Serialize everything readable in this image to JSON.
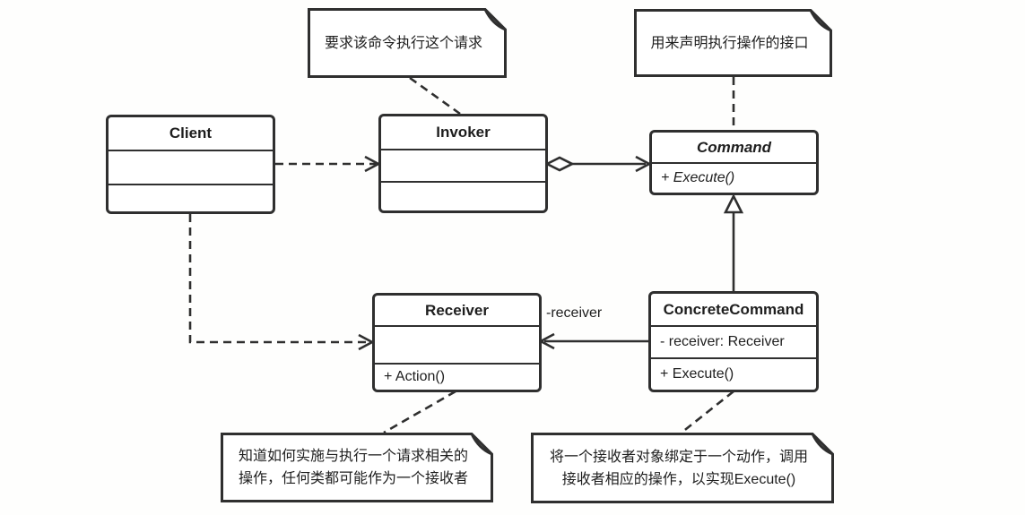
{
  "diagram": {
    "title": "Command pattern UML class diagram",
    "colors": {
      "stroke": "#2f2f2f",
      "fill": "#ffffff",
      "background": "#fefefd",
      "text": "#1e1e1e"
    }
  },
  "classes": [
    {
      "id": "client",
      "name": "Client",
      "attributes": [],
      "methods": []
    },
    {
      "id": "invoker",
      "name": "Invoker",
      "attributes": [],
      "methods": []
    },
    {
      "id": "command",
      "name": "Command",
      "abstract": true,
      "attributes": [],
      "methods": [
        "+ Execute()"
      ]
    },
    {
      "id": "receiver",
      "name": "Receiver",
      "attributes": [],
      "methods": [
        "+ Action()"
      ]
    },
    {
      "id": "concretecommand",
      "name": "ConcreteCommand",
      "attributes": [
        "- receiver: Receiver"
      ],
      "methods": [
        "+ Execute()"
      ]
    }
  ],
  "notes": [
    {
      "id": "note-invoker",
      "lines": [
        "要求该命令执行这个请求"
      ]
    },
    {
      "id": "note-command",
      "lines": [
        "用来声明执行操作的接口"
      ]
    },
    {
      "id": "note-receiver",
      "lines": [
        "知道如何实施与执行一个请求相关的",
        "操作，任何类都可能作为一个接收者"
      ]
    },
    {
      "id": "note-concrete",
      "lines": [
        "将一个接收者对象绑定于一个动作，调用",
        "接收者相应的操作，以实现Execute()"
      ]
    }
  ],
  "edges": {
    "receiver_label": "-receiver",
    "relations": [
      {
        "from": "Client",
        "to": "Invoker",
        "type": "dependency-dashed-arrow"
      },
      {
        "from": "Client",
        "to": "Receiver",
        "type": "dependency-dashed-arrow"
      },
      {
        "from": "Invoker",
        "to": "Command",
        "type": "aggregation-diamond-arrow"
      },
      {
        "from": "ConcreteCommand",
        "to": "Receiver",
        "type": "association-arrow",
        "label": "-receiver"
      },
      {
        "from": "ConcreteCommand",
        "to": "Command",
        "type": "generalization-hollow-triangle"
      },
      {
        "from": "note-invoker",
        "to": "Invoker",
        "type": "note-anchor-dashed"
      },
      {
        "from": "note-command",
        "to": "Command",
        "type": "note-anchor-dashed"
      },
      {
        "from": "note-receiver",
        "to": "Receiver",
        "type": "note-anchor-dashed"
      },
      {
        "from": "note-concrete",
        "to": "ConcreteCommand",
        "type": "note-anchor-dashed"
      }
    ]
  }
}
